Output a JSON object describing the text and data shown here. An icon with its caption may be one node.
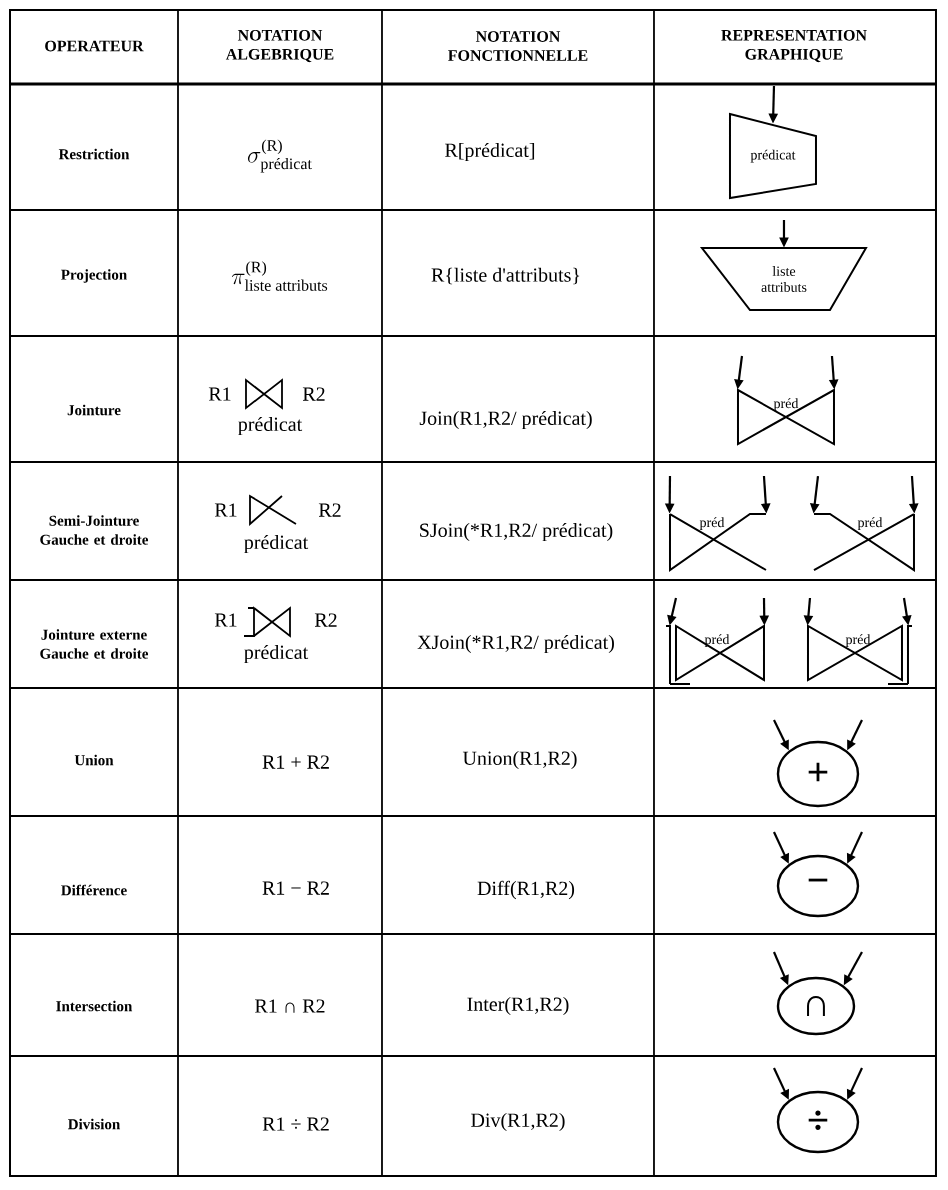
{
  "diagram": {
    "nodes": [
      {
        "text": [
          "prédicat"
        ]
      },
      {
        "text": [
          "liste attributs"
        ]
      },
      {
        "text": [
          "préd"
        ]
      },
      {
        "text": [
          "préd"
        ]
      },
      {
        "text": [
          "préd"
        ]
      },
      {
        "text": [
          "préd"
        ]
      },
      {
        "text": [
          "préd"
        ]
      },
      {
        "text": [
          "+"
        ]
      },
      {
        "text": [
          "−"
        ]
      },
      {
        "text": [
          "∩"
        ]
      },
      {
        "text": [
          "÷"
        ]
      }
    ],
    "edges": [
      {
        "from": null,
        "to": 0,
        "arrow": "to"
      },
      {
        "from": null,
        "to": 1,
        "arrow": "to"
      },
      {
        "from": null,
        "to": 2,
        "arrow": "to"
      },
      {
        "from": null,
        "to": 2,
        "arrow": "to"
      },
      {
        "from": null,
        "to": 3,
        "arrow": "to"
      },
      {
        "from": null,
        "to": 3,
        "arrow": "to"
      },
      {
        "from": null,
        "to": 4,
        "arrow": "to"
      },
      {
        "from": null,
        "to": 4,
        "arrow": "to"
      },
      {
        "from": null,
        "to": 5,
        "arrow": "to"
      },
      {
        "from": null,
        "to": 5,
        "arrow": "to"
      },
      {
        "from": null,
        "to": 6,
        "arrow": "to"
      },
      {
        "from": null,
        "to": 6,
        "arrow": "to"
      },
      {
        "from": null,
        "to": 7,
        "arrow": "to"
      },
      {
        "from": null,
        "to": 7,
        "arrow": "to"
      },
      {
        "from": null,
        "to": 8,
        "arrow": "to"
      },
      {
        "from": null,
        "to": 8,
        "arrow": "to"
      },
      {
        "from": null,
        "to": 9,
        "arrow": "to"
      },
      {
        "from": null,
        "to": 9,
        "arrow": "to"
      },
      {
        "from": null,
        "to": 10,
        "arrow": "to"
      },
      {
        "from": null,
        "to": 10,
        "arrow": "to"
      }
    ],
    "labels": [
      "OPERATEUR",
      "NOTATION ALGEBRIQUE",
      "NOTATION FONCTIONNELLE",
      "REPRESENTATION GRAPHIQUE",
      "Restriction",
      "\\sigma_{\\text{prédicat}}^{\\text{(R)}}",
      "R[prédicat]",
      "Projection",
      "\\pi_{\\text{liste attributs}}^{\\text{(R)}}",
      "R{liste d'attributs}",
      "Jointure",
      "R1",
      "R2",
      "prédicat",
      "Join(R1,R2/ prédicat)",
      "Semi-Jointure Gauche et droite",
      "R1",
      "R2",
      "prédicat",
      "SJoin(*R1,R2/ prédicat)",
      "Jointure externe Gauche et droite",
      "R1",
      "R2",
      "prédicat",
      "XJoin(*R1,R2/ prédicat)",
      "Union",
      "R1 + R2",
      "Union(R1,R2)",
      "Différence",
      "R1 − R2",
      "Diff(R1,R2)",
      "Intersection",
      "R1 ∩ R2",
      "Inter(R1,R2)",
      "Division",
      "R1 ÷ R2",
      "Div(R1,R2)"
    ]
  }
}
